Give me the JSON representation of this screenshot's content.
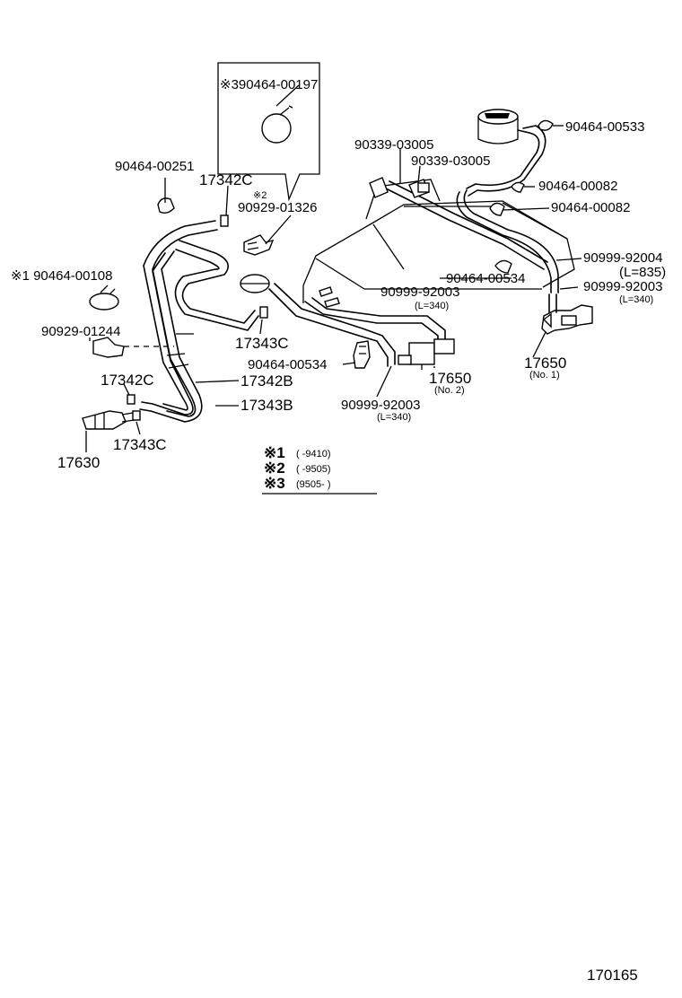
{
  "inset": {
    "label": "※390464-00197"
  },
  "labels": {
    "p_90464_00533": "90464-00533",
    "p_90339_03005_a": "90339-03005",
    "p_90339_03005_b": "90339-03005",
    "p_90464_00082_a": "90464-00082",
    "p_90464_00082_b": "90464-00082",
    "p_90464_00251": "90464-00251",
    "p_17342c_top": "17342C",
    "mark_2": "※2",
    "p_90929_01326": "90929-01326",
    "p_90999_92004": "90999-92004",
    "p_l835": "(L=835)",
    "p_90464_00534_right": "90464-00534",
    "p_90999_92003_right": "90999-92003",
    "p_l340_right": "(L=340)",
    "p_90999_92003_mid": "90999-92003",
    "p_l340_mid": "(L=340)",
    "p_90464_00108": "※1 90464-00108",
    "p_90929_01244": "90929-01244",
    "p_17343c_mid": "17343C",
    "p_17650_no1": "17650",
    "no1": "(No. 1)",
    "p_90464_00534_lower": "90464-00534",
    "p_17650_no2": "17650",
    "no2": "(No. 2)",
    "p_17342c_left": "17342C",
    "p_17342b": "17342B",
    "p_17343b": "17343B",
    "p_90999_92003_lower": "90999-92003",
    "p_l340_lower": "(L=340)",
    "p_17630": "17630",
    "p_17343c_lower": "17343C"
  },
  "legend": [
    {
      "mark": "※1",
      "range": "(        -9410)"
    },
    {
      "mark": "※2",
      "range": "(        -9505)"
    },
    {
      "mark": "※3",
      "range": "(9505-          )"
    }
  ],
  "figure_number": "170165"
}
